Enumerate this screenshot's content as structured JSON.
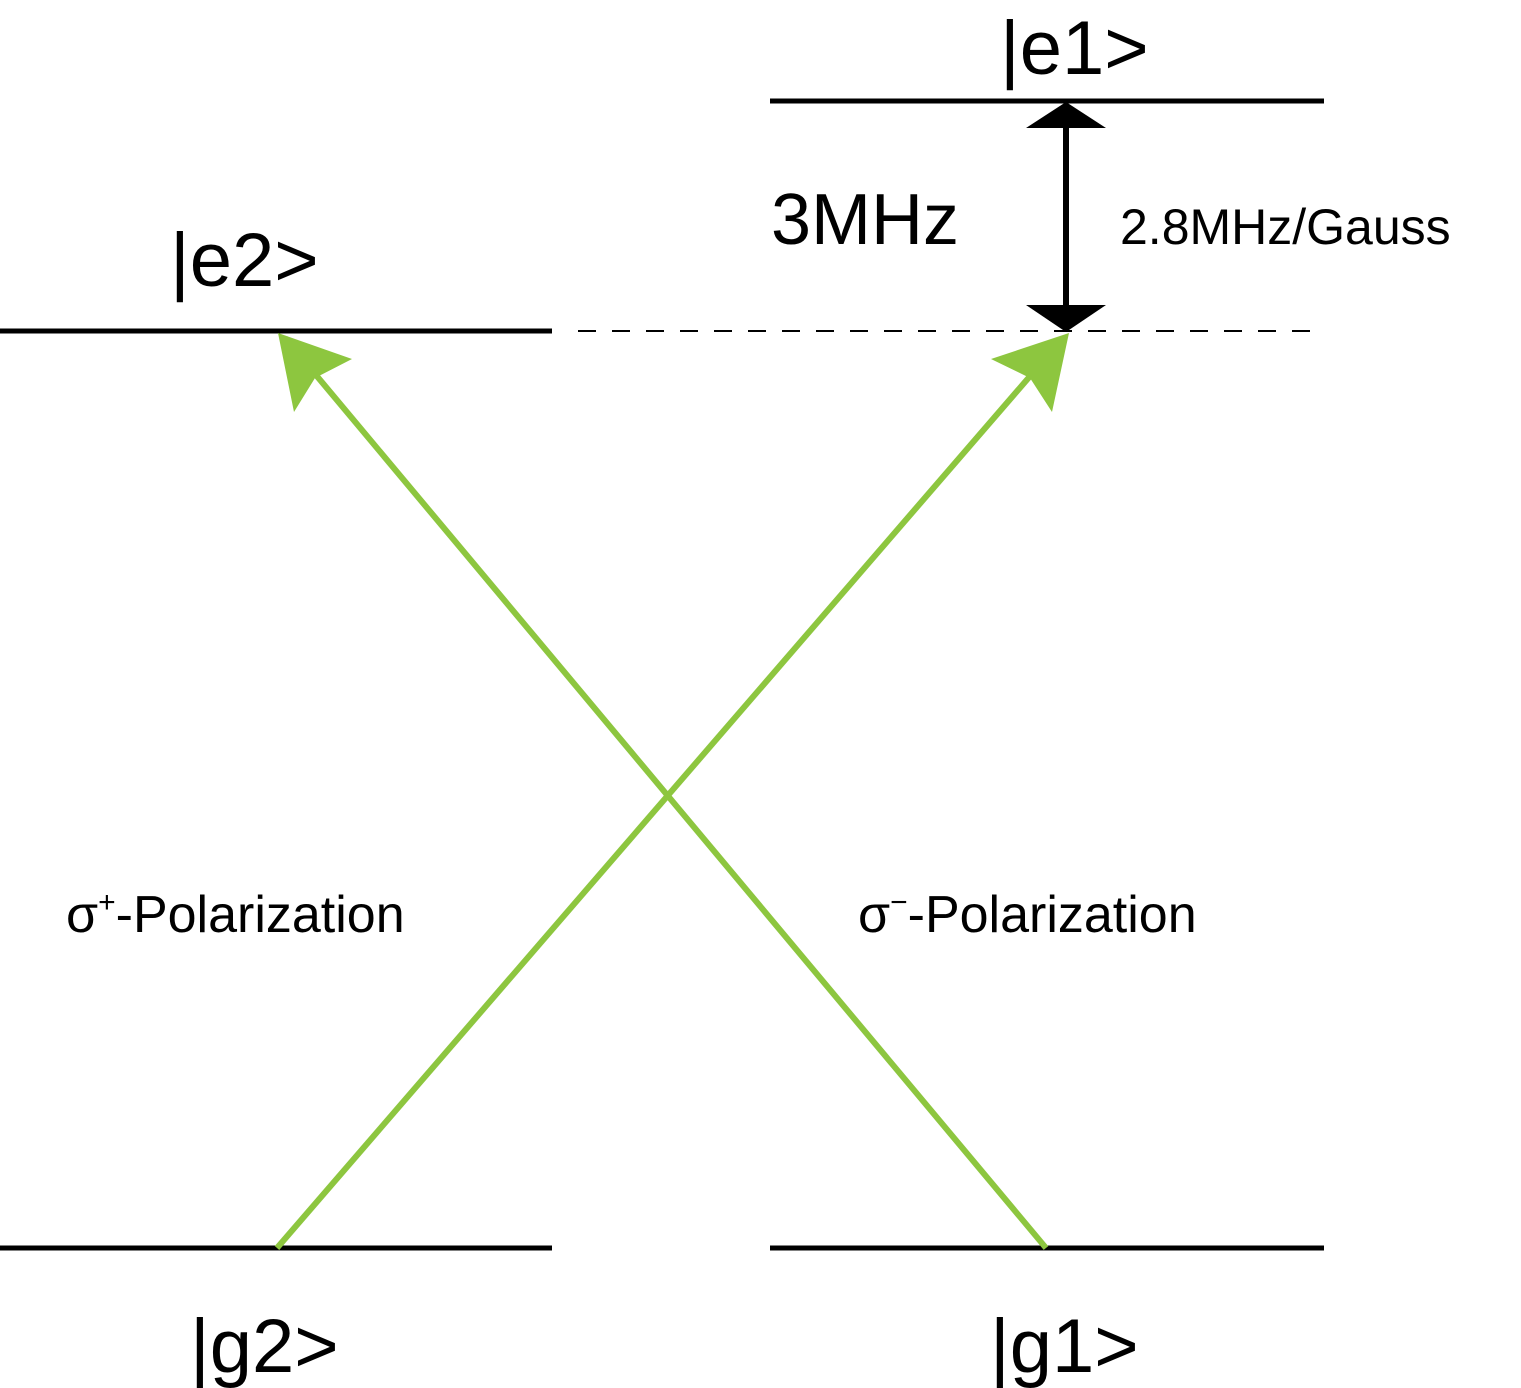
{
  "states": {
    "e1": "|e1>",
    "e2": "|e2>",
    "g1": "|g1>",
    "g2": "|g2>"
  },
  "splitting": {
    "value": "3MHz",
    "rate": "2.8MHz/Gauss"
  },
  "polarization": {
    "plus": {
      "symbol": "σ",
      "sign": "+",
      "text": "-Polarization"
    },
    "minus": {
      "symbol": "σ",
      "sign": "−",
      "text": "-Polarization"
    }
  },
  "colors": {
    "transition": "#8dc63f",
    "level": "#000000"
  }
}
